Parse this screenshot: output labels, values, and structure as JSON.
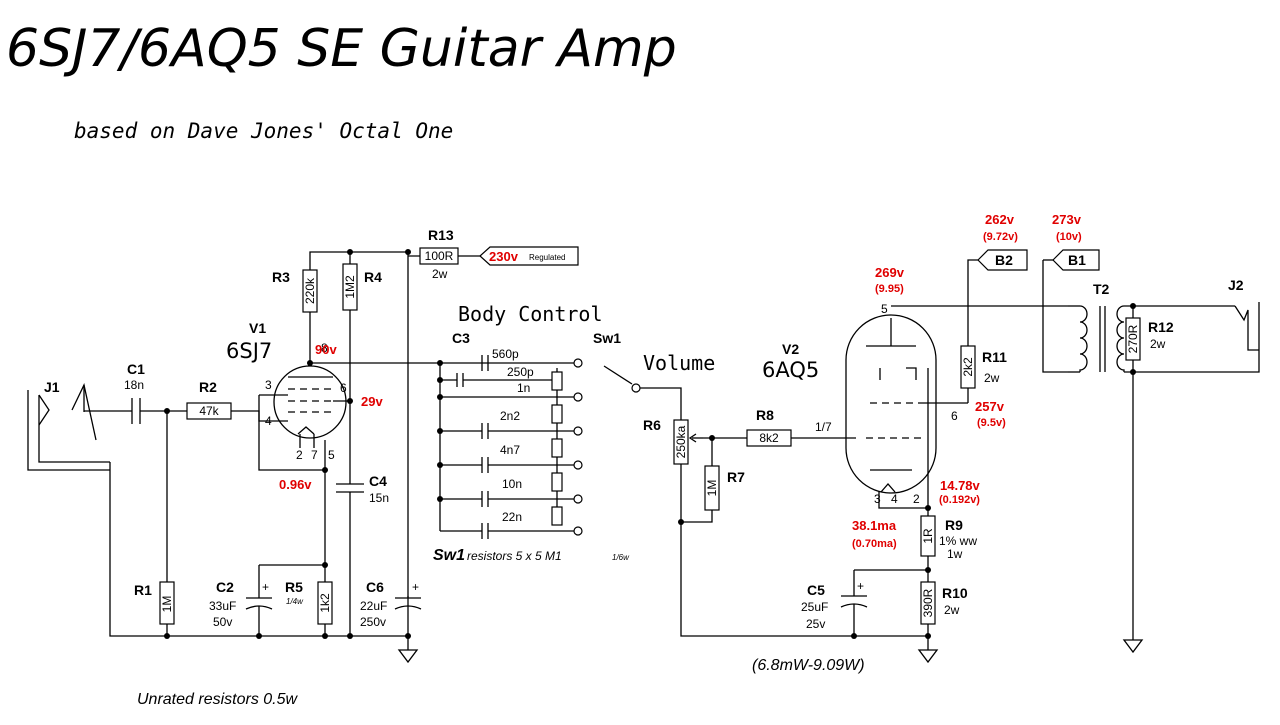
{
  "title": "6SJ7/6AQ5 SE Guitar Amp",
  "subtitle": "based on Dave Jones' Octal One",
  "body_control_label": "Body Control",
  "volume_label": "Volume",
  "sw1_note": "Sw1",
  "sw1_note_rest": "resistors  5 x 5 M1",
  "sw1_note_rating": "1/6w",
  "unrated_note": "Unrated resistors 0.5w",
  "power_note": "(6.8mW-9.09W)",
  "components": {
    "J1": {
      "ref": "J1"
    },
    "J2": {
      "ref": "J2"
    },
    "C1": {
      "ref": "C1",
      "value": "18n"
    },
    "R1": {
      "ref": "R1",
      "value": "1M"
    },
    "R2": {
      "ref": "R2",
      "value": "47k"
    },
    "V1": {
      "ref": "V1",
      "type": "6SJ7"
    },
    "R3": {
      "ref": "R3",
      "value": "220k"
    },
    "R4": {
      "ref": "R4",
      "value": "1M2"
    },
    "R13": {
      "ref": "R13",
      "value": "100R",
      "rating": "2w"
    },
    "C2": {
      "ref": "C2",
      "value": "33uF",
      "voltage": "50v"
    },
    "R5": {
      "ref": "R5",
      "value": "1k2",
      "rating": "1/4w"
    },
    "C4": {
      "ref": "C4",
      "value": "15n"
    },
    "C6": {
      "ref": "C6",
      "value": "22uF",
      "voltage": "250v"
    },
    "C3": {
      "ref": "C3",
      "v1": "560p",
      "v2": "250p",
      "v3": "1n",
      "v4": "2n2",
      "v5": "4n7",
      "v6": "10n",
      "v7": "22n"
    },
    "SW1": {
      "ref": "Sw1"
    },
    "R6": {
      "ref": "R6",
      "value": "250ka"
    },
    "R7": {
      "ref": "R7",
      "value": "1M"
    },
    "R8": {
      "ref": "R8",
      "value": "8k2"
    },
    "V2": {
      "ref": "V2",
      "type": "6AQ5"
    },
    "R11": {
      "ref": "R11",
      "value": "2k2",
      "rating": "2w"
    },
    "R9": {
      "ref": "R9",
      "value": "1R",
      "spec1": "1% ww",
      "spec2": "1w"
    },
    "R10": {
      "ref": "R10",
      "value": "390R",
      "rating": "2w"
    },
    "C5": {
      "ref": "C5",
      "value": "25uF",
      "voltage": "25v"
    },
    "T2": {
      "ref": "T2"
    },
    "R12": {
      "ref": "R12",
      "value": "270R",
      "rating": "2w"
    },
    "B1": {
      "ref": "B1"
    },
    "B2": {
      "ref": "B2"
    }
  },
  "pins": {
    "v1_p8": "8",
    "v1_p3": "3",
    "v1_p4": "4",
    "v1_p6": "6",
    "v1_p2": "2",
    "v1_p7": "7",
    "v1_p5": "5",
    "v2_p5": "5",
    "v2_p6": "6",
    "v2_p17": "1/7",
    "v2_p3": "3",
    "v2_p4": "4",
    "v2_p2": "2"
  },
  "measurements": {
    "supply_regulated": "230v",
    "supply_regulated_suffix": "Regulated",
    "v1_plate": "90v",
    "v1_screen": "29v",
    "v1_cathode": "0.96v",
    "b2": "262v",
    "b2_sub": "(9.72v)",
    "b1": "273v",
    "b1_sub": "(10v)",
    "v2_plate": "269v",
    "v2_plate_sub": "(9.95)",
    "v2_screen": "257v",
    "v2_screen_sub": "(9.5v)",
    "v2_cathode": "14.78v",
    "v2_cathode_sub": "(0.192v)",
    "v2_current": "38.1ma",
    "v2_current_sub": "(0.70ma)"
  }
}
